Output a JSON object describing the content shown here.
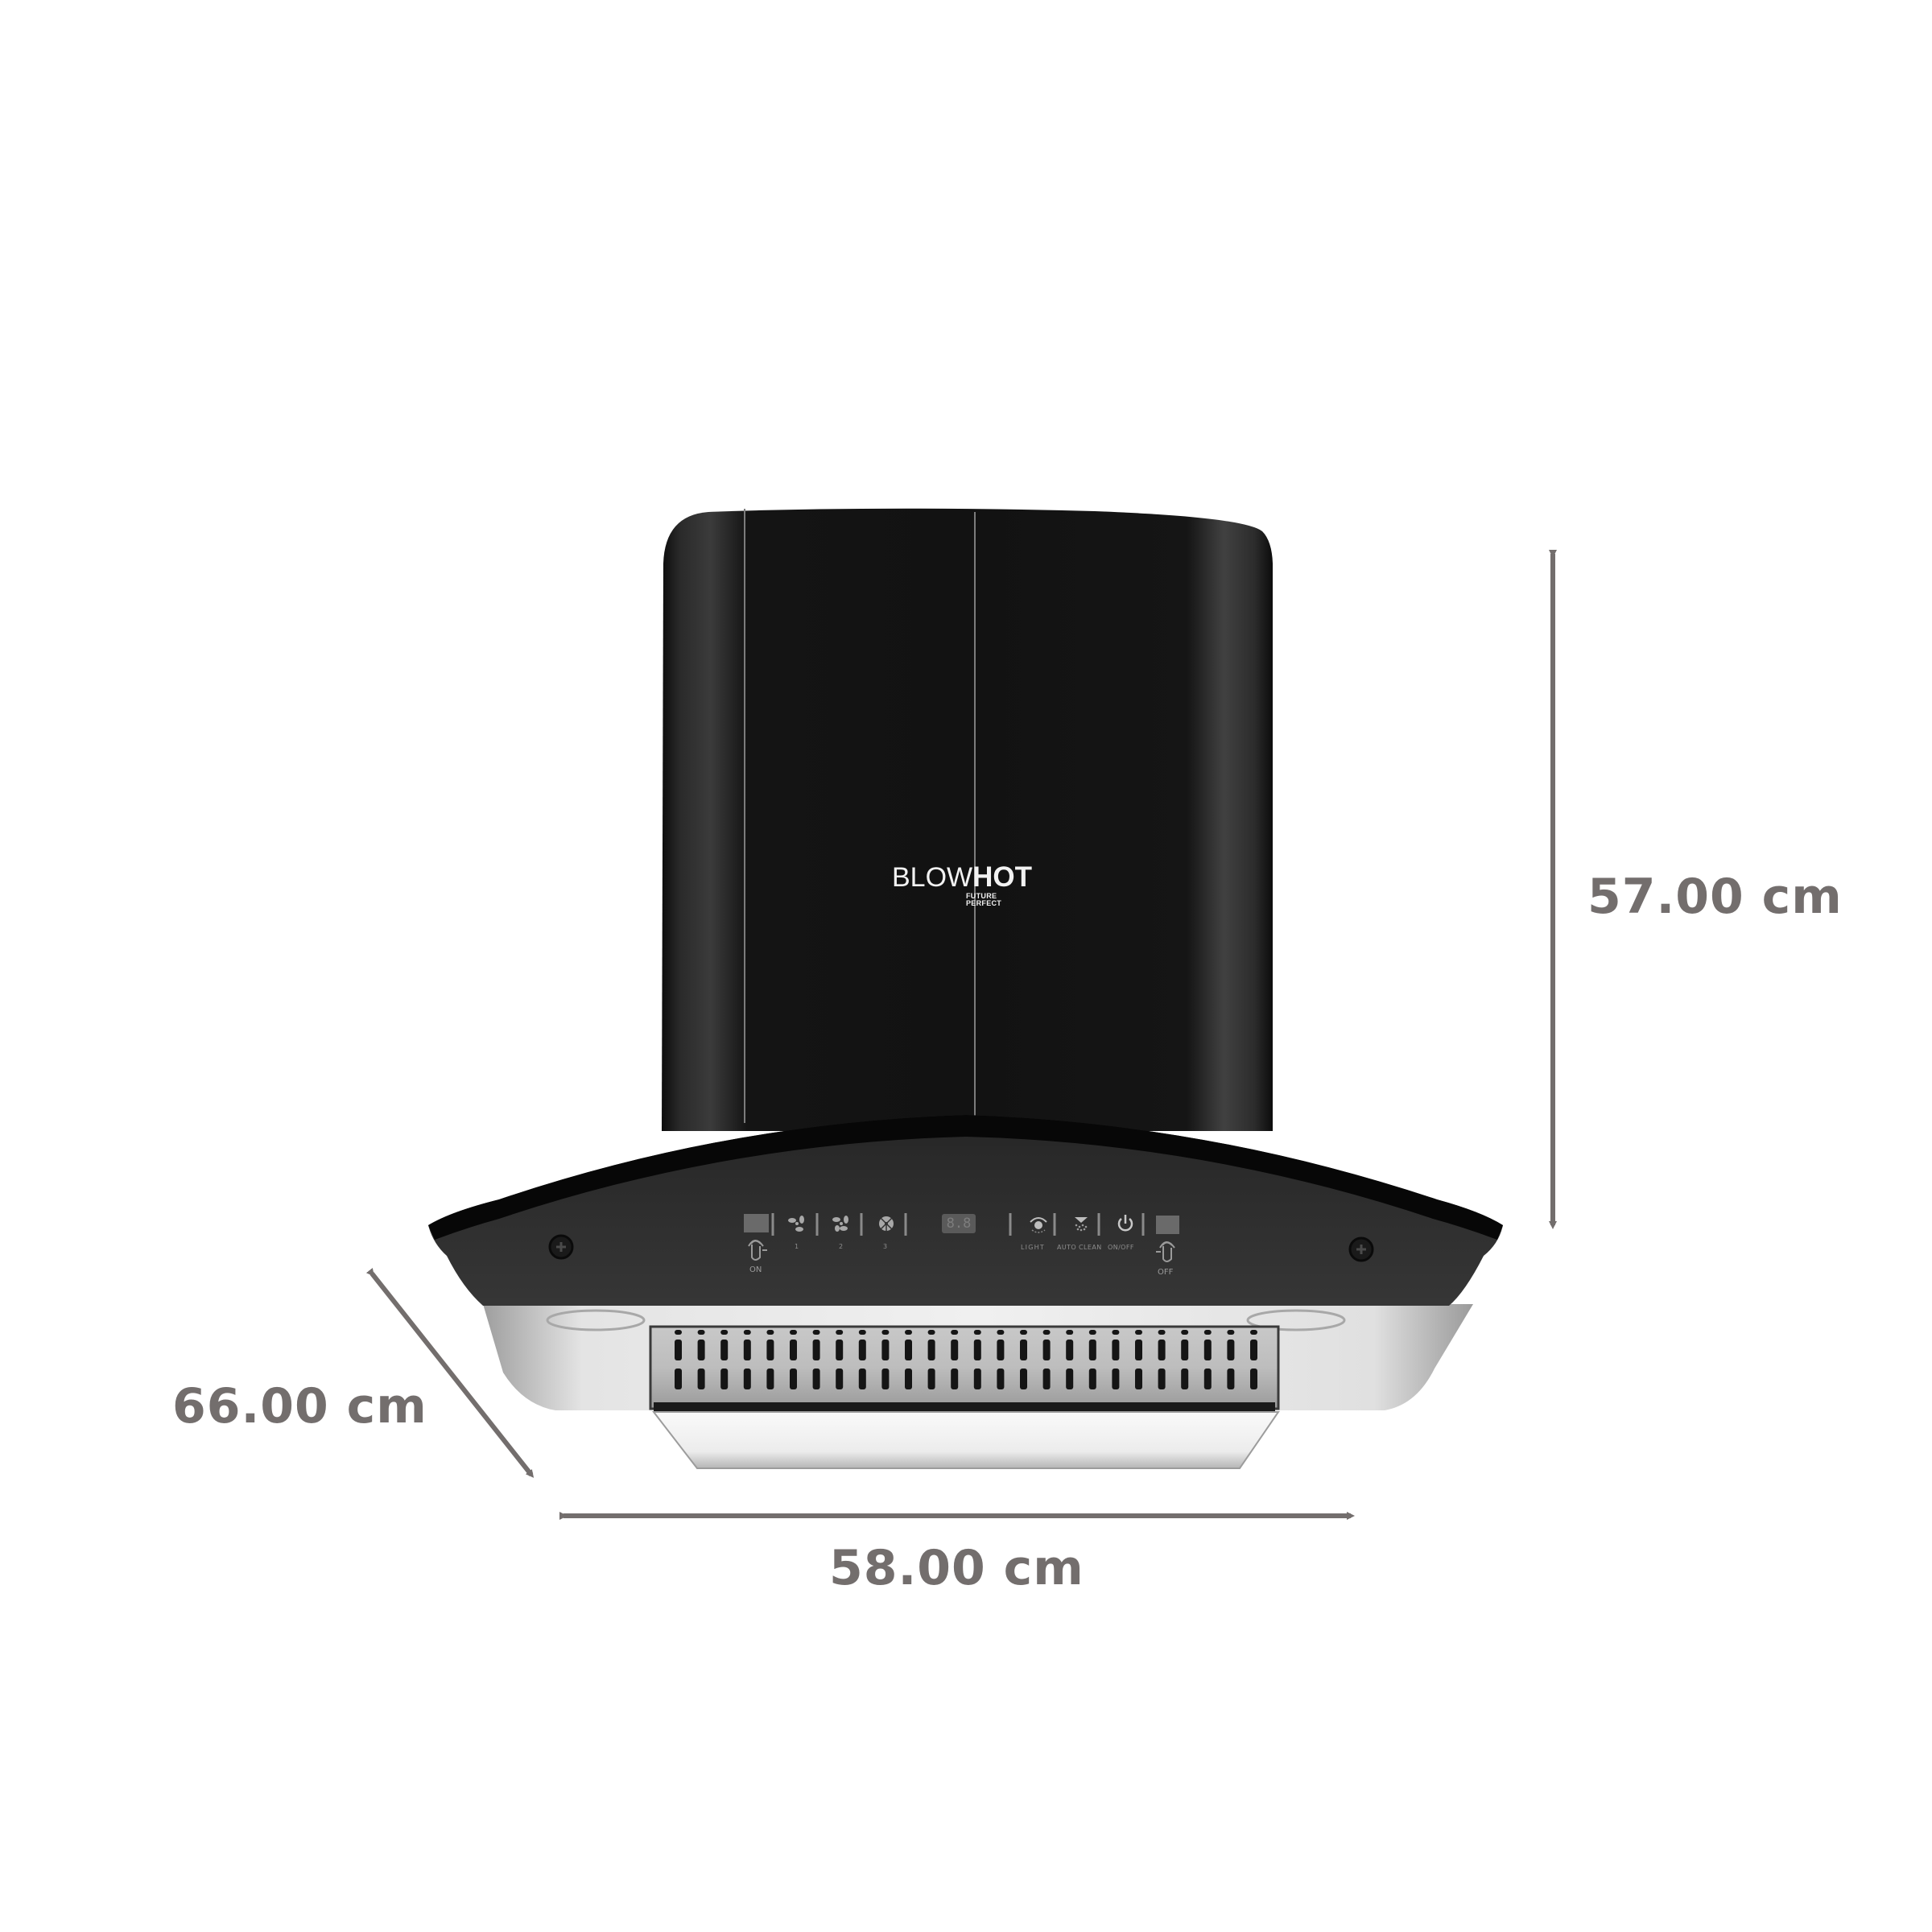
{
  "product": {
    "brand": {
      "name_light": "BLOW",
      "name_bold": "HOT",
      "tagline": "FUTURE PERFECT"
    },
    "control_panel": {
      "display_readout": "8.8",
      "buttons": [
        {
          "id": "on",
          "icon": "touch-swipe-right-icon",
          "label": "ON"
        },
        {
          "id": "fan-speed-1",
          "icon": "fan-icon",
          "label": "1"
        },
        {
          "id": "fan-speed-2",
          "icon": "fan-icon",
          "label": "2"
        },
        {
          "id": "fan-speed-3",
          "icon": "fan-icon",
          "label": "3"
        },
        {
          "id": "light",
          "icon": "light-icon",
          "label": "LIGHT"
        },
        {
          "id": "auto-clean",
          "icon": "auto-clean-icon",
          "label": "AUTO CLEAN"
        },
        {
          "id": "power",
          "icon": "power-icon",
          "label": "ON/OFF"
        },
        {
          "id": "off",
          "icon": "touch-swipe-left-icon",
          "label": "OFF"
        }
      ]
    }
  },
  "dimensions": {
    "height": {
      "label": "57.00 cm",
      "value": 57.0,
      "unit": "cm"
    },
    "depth": {
      "label": "66.00 cm",
      "value": 66.0,
      "unit": "cm"
    },
    "width": {
      "label": "58.00 cm",
      "value": 58.0,
      "unit": "cm"
    }
  },
  "colors": {
    "dimension_gray": "#736e6d",
    "hood_black": "#111111",
    "glass_panel": "#2e2e2e",
    "steel": "#cfcfcf",
    "background": "#ffffff"
  }
}
